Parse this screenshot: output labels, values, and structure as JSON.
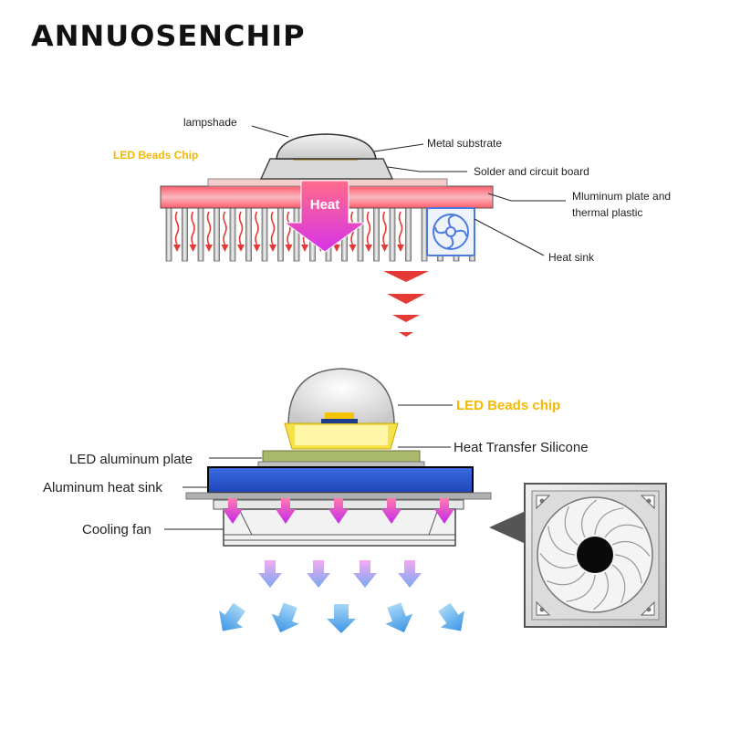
{
  "brand": "ANNUOSENCHIP",
  "top_diagram": {
    "labels": {
      "lampshade": "lampshade",
      "led_beads_chip": "LED Beads Chip",
      "metal_substrate": "Metal substrate",
      "solder_board": "Solder and circuit board",
      "aluminum_plate_line1": "Mluminum plate and",
      "aluminum_plate_line2": "thermal plastic",
      "heat_sink": "Heat sink",
      "heat": "Heat"
    }
  },
  "bottom_diagram": {
    "labels": {
      "led_beads_chip": "LED Beads chip",
      "led_aluminum_plate": "LED aluminum plate",
      "heat_transfer_silicone": "Heat Transfer Silicone",
      "aluminum_heat_sink": "Aluminum heat sink",
      "cooling_fan": "Cooling fan"
    }
  },
  "colors": {
    "heat_arrow": "#e040fb",
    "chip_yellow": "#f5b800",
    "heat_sink_blue": "#2f5fd0",
    "red_heat": "#e53935",
    "airflow_blue": "#4aa3e8"
  }
}
